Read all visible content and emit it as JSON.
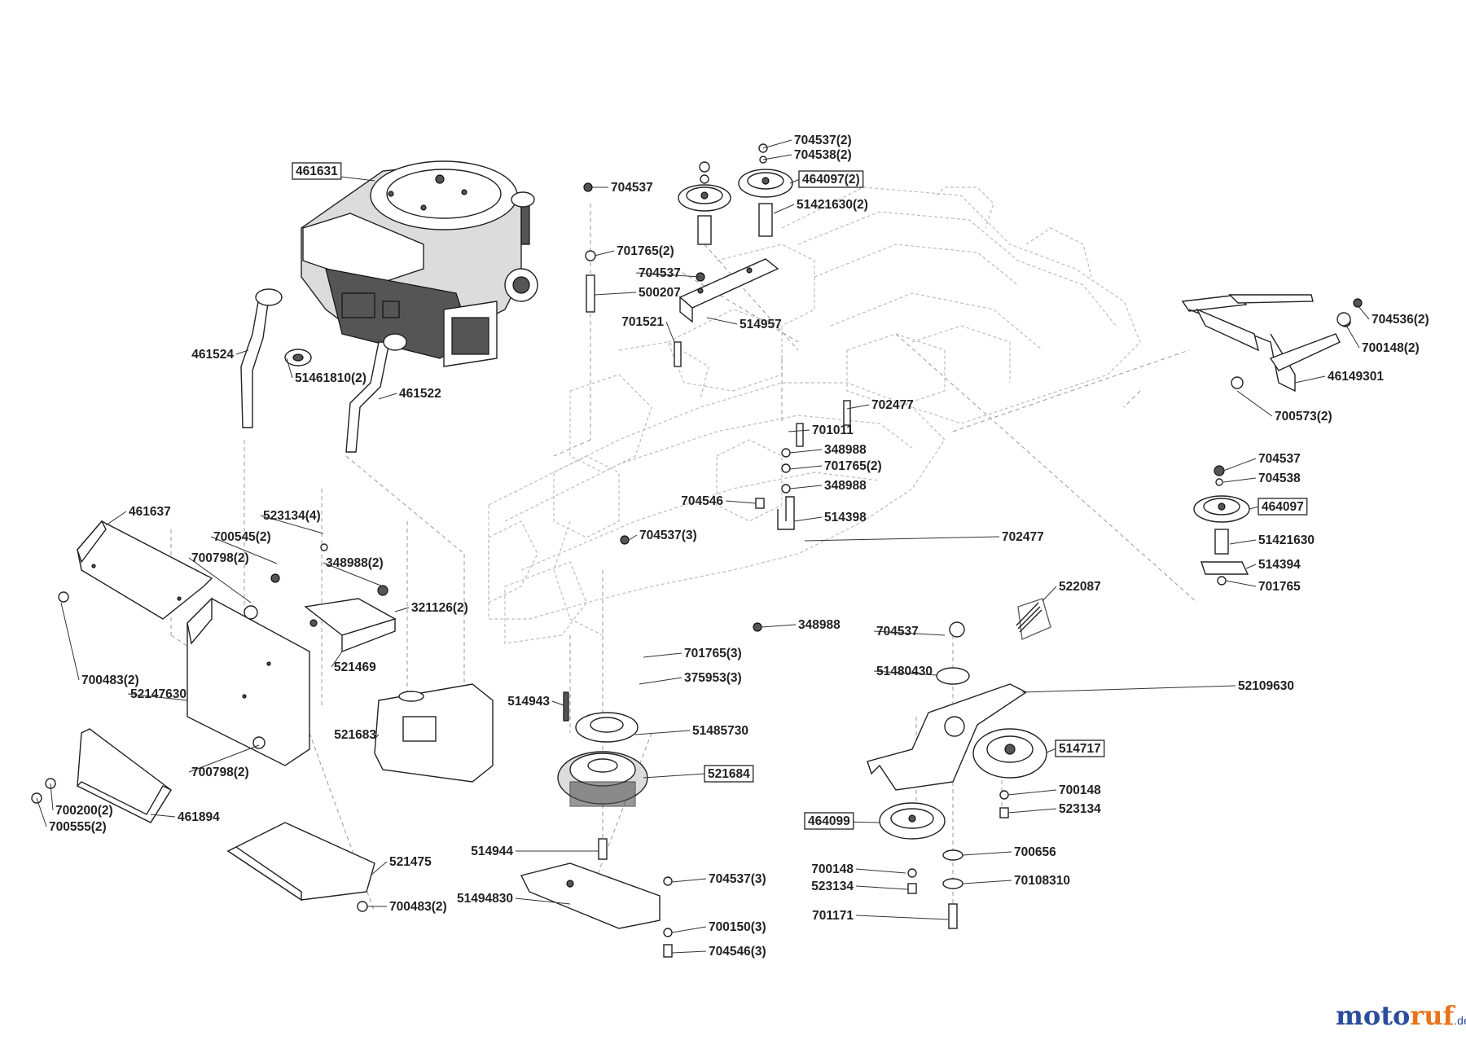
{
  "diagram": {
    "labels": [
      {
        "text": "461631",
        "boxed": true
      },
      {
        "text": "704537"
      },
      {
        "text": "704537(2)"
      },
      {
        "text": "704538(2)"
      },
      {
        "text": "464097(2)",
        "boxed": true
      },
      {
        "text": "51421630(2)"
      },
      {
        "text": "701765(2)"
      },
      {
        "text": "704537"
      },
      {
        "text": "500207"
      },
      {
        "text": "514957"
      },
      {
        "text": "701521"
      },
      {
        "text": "461524"
      },
      {
        "text": "51461810(2)"
      },
      {
        "text": "461522"
      },
      {
        "text": "704536(2)"
      },
      {
        "text": "700148(2)"
      },
      {
        "text": "46149301"
      },
      {
        "text": "700573(2)"
      },
      {
        "text": "702477"
      },
      {
        "text": "701011"
      },
      {
        "text": "348988"
      },
      {
        "text": "701765(2)"
      },
      {
        "text": "348988"
      },
      {
        "text": "704546"
      },
      {
        "text": "514398"
      },
      {
        "text": "704537(3)"
      },
      {
        "text": "702477"
      },
      {
        "text": "704537"
      },
      {
        "text": "704538"
      },
      {
        "text": "464097",
        "boxed": true
      },
      {
        "text": "51421630"
      },
      {
        "text": "514394"
      },
      {
        "text": "701765"
      },
      {
        "text": "461637"
      },
      {
        "text": "523134(4)"
      },
      {
        "text": "700545(2)"
      },
      {
        "text": "700798(2)"
      },
      {
        "text": "348988(2)"
      },
      {
        "text": "321126(2)"
      },
      {
        "text": "521469"
      },
      {
        "text": "700483(2)"
      },
      {
        "text": "52147630"
      },
      {
        "text": "522087"
      },
      {
        "text": "348988"
      },
      {
        "text": "704537"
      },
      {
        "text": "701765(3)"
      },
      {
        "text": "51480430"
      },
      {
        "text": "375953(3)"
      },
      {
        "text": "52109630"
      },
      {
        "text": "514943"
      },
      {
        "text": "51485730"
      },
      {
        "text": "521683"
      },
      {
        "text": "514717",
        "boxed": true
      },
      {
        "text": "700798(2)"
      },
      {
        "text": "521684",
        "boxed": true
      },
      {
        "text": "700148"
      },
      {
        "text": "700200(2)"
      },
      {
        "text": "523134"
      },
      {
        "text": "461894"
      },
      {
        "text": "700555(2)"
      },
      {
        "text": "464099",
        "boxed": true
      },
      {
        "text": "514944"
      },
      {
        "text": "700656"
      },
      {
        "text": "521475"
      },
      {
        "text": "700148"
      },
      {
        "text": "704537(3)"
      },
      {
        "text": "523134"
      },
      {
        "text": "70108310"
      },
      {
        "text": "51494830"
      },
      {
        "text": "700483(2)"
      },
      {
        "text": "701171"
      },
      {
        "text": "700150(3)"
      },
      {
        "text": "704546(3)"
      }
    ]
  },
  "watermark": {
    "brand_m": "moto",
    "brand_r": "ruf",
    "tld": ".de"
  }
}
